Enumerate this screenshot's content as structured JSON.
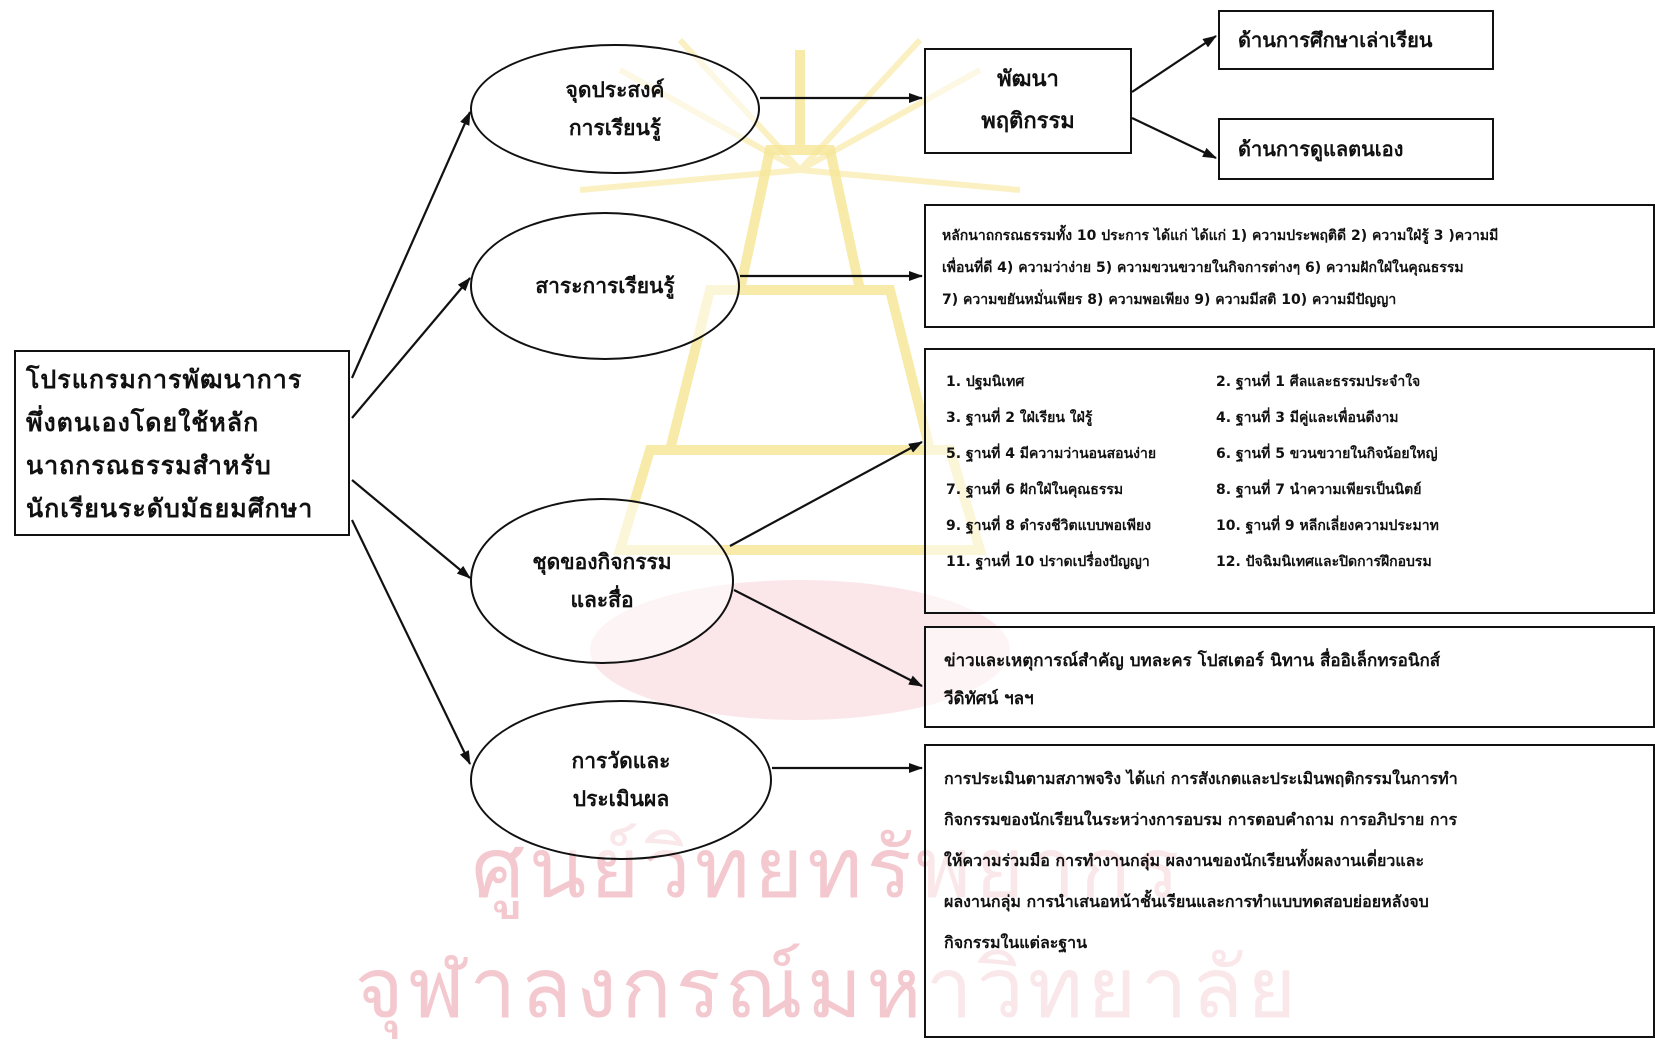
{
  "main": {
    "lines": [
      "โปรแกรมการพัฒนาการ",
      "พึ่งตนเองโดยใช้หลัก",
      "นาถกรณธรรมสำหรับ",
      "นักเรียนระดับมัธยมศึกษา"
    ]
  },
  "objective": {
    "lines": [
      "จุดประสงค์",
      "การเรียนรู้"
    ]
  },
  "content": {
    "lines": [
      "สาระการเรียนรู้"
    ]
  },
  "activities": {
    "lines": [
      "ชุดของกิจกรรม",
      "และสื่อ"
    ]
  },
  "evaluation": {
    "lines": [
      "การวัดและ",
      "ประเมินผล"
    ]
  },
  "behavior": {
    "lines": [
      "พัฒนา",
      "พฤติกรรม"
    ]
  },
  "outcomes": {
    "academic": "ด้านการศึกษาเล่าเรียน",
    "selfcare": "ด้านการดูแลตนเอง"
  },
  "principles": {
    "lines": [
      "หลักนาถกรณธรรมทั้ง 10 ประการ ได้แก่ ได้แก่ 1) ความประพฤติดี 2) ความใฝ่รู้ 3 )ความมี",
      "เพื่อนที่ดี 4) ความว่าง่าย 5) ความขวนขวายในกิจการต่างๆ 6) ความฝักใฝ่ในคุณธรรม",
      "7) ความขยันหมั่นเพียร 8) ความพอเพียง 9) ความมีสติ 10) ความมีปัญญา"
    ]
  },
  "stations": [
    "1. ปฐมนิเทศ",
    "2. ฐานที่ 1 ศีลและธรรมประจำใจ",
    "3. ฐานที่ 2 ใฝ่เรียน ใฝ่รู้",
    "4. ฐานที่ 3 มีคู่และเพื่อนดีงาม",
    "5. ฐานที่ 4 มีความว่านอนสอนง่าย",
    "6. ฐานที่ 5 ขวนขวายในกิจน้อยใหญ่",
    "7. ฐานที่ 6 ฝักใฝ่ในคุณธรรม",
    "8. ฐานที่ 7 นำความเพียรเป็นนิตย์",
    "9. ฐานที่ 8 ดำรงชีวิตแบบพอเพียง",
    "10. ฐานที่ 9 หลีกเลี่ยงความประมาท",
    "11. ฐานที่ 10 ปราดเปรื่องปัญญา",
    "12. ปัจฉิมนิเทศและปิดการฝึกอบรม"
  ],
  "media": {
    "lines": [
      "ข่าวและเหตุการณ์สำคัญ บทละคร โปสเตอร์ นิทาน สื่ออิเล็กทรอนิกส์",
      "วีดิทัศน์ ฯลฯ"
    ]
  },
  "evaluation_detail": {
    "lines": [
      "การประเมินตามสภาพจริง ได้แก่ การสังเกตและประเมินพฤติกรรมในการทำ",
      "กิจกรรมของนักเรียนในระหว่างการอบรม การตอบคำถาม การอภิปราย การ",
      "ให้ความร่วมมือ การทำงานกลุ่ม ผลงานของนักเรียนทั้งผลงานเดี่ยวและ",
      "ผลงานกลุ่ม การนำเสนอหน้าชั้นเรียนและการทำแบบทดสอบย่อยหลังจบ",
      "กิจกรรมในแต่ละฐาน"
    ]
  },
  "watermark": {
    "line1": "ศูนย์วิทยทรัพยากร",
    "line2": "จุฬาลงกรณ์มหาวิทยาลัย",
    "color": "#f3c9cf",
    "emblem_color": "#f7e79a"
  }
}
